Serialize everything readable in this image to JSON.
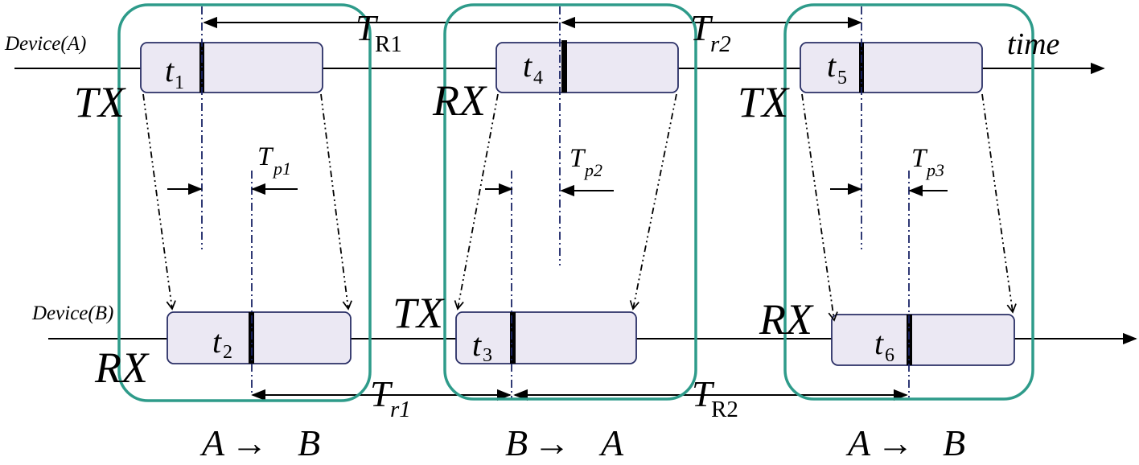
{
  "devices": {
    "a": "Device(A)",
    "b": "Device(B)"
  },
  "time_label": "time",
  "roles": {
    "a1": "TX",
    "b1": "RX",
    "a2": "RX",
    "b2": "TX",
    "a3": "TX",
    "b3": "RX"
  },
  "slots": {
    "t1": {
      "sym": "t",
      "sub": "1"
    },
    "t2": {
      "sym": "t",
      "sub": "2"
    },
    "t3": {
      "sym": "t",
      "sub": "3"
    },
    "t4": {
      "sym": "t",
      "sub": "4"
    },
    "t5": {
      "sym": "t",
      "sub": "5"
    },
    "t6": {
      "sym": "t",
      "sub": "6"
    }
  },
  "intervals": {
    "TR1": {
      "sym": "T",
      "sub": "R1"
    },
    "Tr2": {
      "sym": "T",
      "sub": "r2"
    },
    "Tr1": {
      "sym": "T",
      "sub": "r1"
    },
    "TR2": {
      "sym": "T",
      "sub": "R2"
    },
    "Tp1": {
      "sym": "T",
      "sub": "p1"
    },
    "Tp2": {
      "sym": "T",
      "sub": "p2"
    },
    "Tp3": {
      "sym": "T",
      "sub": "p3"
    }
  },
  "directions": {
    "d1": {
      "from": "A",
      "arrow": "→",
      "to": "B"
    },
    "d2": {
      "from": "B",
      "arrow": "→",
      "to": "A"
    },
    "d3": {
      "from": "A",
      "arrow": "→",
      "to": "B"
    }
  },
  "colors": {
    "group_border": "#2e9b8a",
    "packet_fill": "#ebe8f3",
    "packet_border": "#2a2f66",
    "marker_line": "#1a2466"
  }
}
